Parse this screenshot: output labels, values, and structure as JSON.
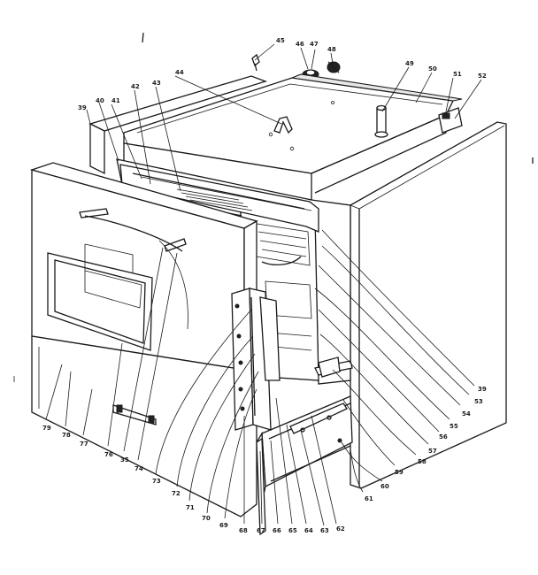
{
  "callouts": [
    {
      "id": "c45",
      "text": "45"
    },
    {
      "id": "c46",
      "text": "46"
    },
    {
      "id": "c47",
      "text": "47"
    },
    {
      "id": "c48",
      "text": "48"
    },
    {
      "id": "c44",
      "text": "44"
    },
    {
      "id": "c49",
      "text": "49"
    },
    {
      "id": "c50",
      "text": "50"
    },
    {
      "id": "c51",
      "text": "51"
    },
    {
      "id": "c52",
      "text": "52"
    },
    {
      "id": "c42",
      "text": "42"
    },
    {
      "id": "c43",
      "text": "43"
    },
    {
      "id": "c40",
      "text": "40"
    },
    {
      "id": "c41",
      "text": "41"
    },
    {
      "id": "c39a",
      "text": "39"
    },
    {
      "id": "c39b",
      "text": "39"
    },
    {
      "id": "c53",
      "text": "53"
    },
    {
      "id": "c54",
      "text": "54"
    },
    {
      "id": "c55",
      "text": "55"
    },
    {
      "id": "c56",
      "text": "56"
    },
    {
      "id": "c57",
      "text": "57"
    },
    {
      "id": "c58",
      "text": "58"
    },
    {
      "id": "c59",
      "text": "59"
    },
    {
      "id": "c60",
      "text": "60"
    },
    {
      "id": "c61",
      "text": "61"
    },
    {
      "id": "c62",
      "text": "62"
    },
    {
      "id": "c63",
      "text": "63"
    },
    {
      "id": "c64",
      "text": "64"
    },
    {
      "id": "c65",
      "text": "65"
    },
    {
      "id": "c66",
      "text": "66"
    },
    {
      "id": "c67",
      "text": "67"
    },
    {
      "id": "c68",
      "text": "68"
    },
    {
      "id": "c69",
      "text": "69"
    },
    {
      "id": "c70",
      "text": "70"
    },
    {
      "id": "c71",
      "text": "71"
    },
    {
      "id": "c72",
      "text": "72"
    },
    {
      "id": "c73",
      "text": "73"
    },
    {
      "id": "c74",
      "text": "74"
    },
    {
      "id": "c35",
      "text": "35"
    },
    {
      "id": "c76",
      "text": "76"
    },
    {
      "id": "c77",
      "text": "77"
    },
    {
      "id": "c78",
      "text": "78"
    },
    {
      "id": "c79",
      "text": "79"
    }
  ]
}
